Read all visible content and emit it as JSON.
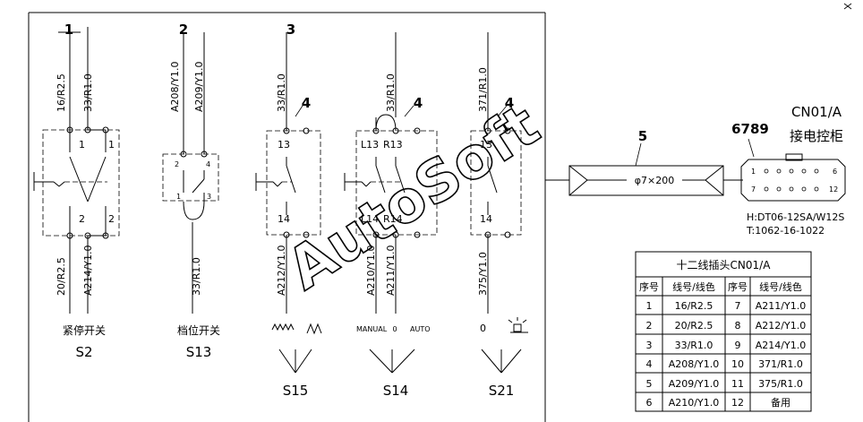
{
  "callouts": {
    "c1": "1",
    "c2": "2",
    "c3": "3",
    "c4a": "4",
    "c4b": "4",
    "c4c": "4",
    "c5": "5",
    "c6789": "6789"
  },
  "wires": {
    "s2_top_left": "16/R2.5",
    "s2_top_right": "33/R1.0",
    "s2_bot_left": "20/R2.5",
    "s2_bot_right": "A214/Y1.0",
    "s13_top_left": "A208/Y1.0",
    "s13_top_right": "A209/Y1.0",
    "s13_bot": "33/R1.0",
    "s15_top": "33/R1.0",
    "s15_bot": "A212/Y1.0",
    "s14_top": "33/R1.0",
    "s14_bot_left": "A210/Y1.0",
    "s14_bot_right": "A211/Y1.0",
    "s21_top": "371/R1.0",
    "s21_bot": "375/Y1.0"
  },
  "terminals": {
    "s2_t1": "1",
    "s2_t1b": "1",
    "s2_t2": "2",
    "s2_t2b": "2",
    "s13_a": "2",
    "s13_b": "4",
    "s13_c": "1",
    "s13_d": "3",
    "s15_a": "13",
    "s15_b": "14",
    "s14_a": "L13",
    "s14_b": "R13",
    "s14_c": "L14",
    "s14_d": "R14",
    "s21_a": "13",
    "s21_b": "14"
  },
  "labels": {
    "s2_name": "紧停开关",
    "s2_code": "S2",
    "s13_name": "档位开关",
    "s13_code": "S13",
    "s15_code": "S15",
    "s14_code": "S14",
    "s21_code": "S21",
    "s14_manual": "MANUAL",
    "s14_zero": "0",
    "s14_auto": "AUTO",
    "s21_zero": "0"
  },
  "cable": {
    "spec": "φ7×200"
  },
  "connector": {
    "title": "CN01/A",
    "subtitle": "接电控柜",
    "pin1": "1",
    "pin6": "6",
    "pin7": "7",
    "pin12": "12",
    "part": "H:DT06-12SA/W12S",
    "tnum": "T:1062-16-1022"
  },
  "watermark": "AutoSoft",
  "table": {
    "title": "十二线插头CN01/A",
    "headers": [
      "序号",
      "线号/线色",
      "序号",
      "线号/线色"
    ],
    "rows": [
      [
        "1",
        "16/R2.5",
        "7",
        "A211/Y1.0"
      ],
      [
        "2",
        "20/R2.5",
        "8",
        "A212/Y1.0"
      ],
      [
        "3",
        "33/R1.0",
        "9",
        "A214/Y1.0"
      ],
      [
        "4",
        "A208/Y1.0",
        "10",
        "371/R1.0"
      ],
      [
        "5",
        "A209/Y1.0",
        "11",
        "375/R1.0"
      ],
      [
        "6",
        "A210/Y1.0",
        "12",
        "备用"
      ]
    ]
  }
}
